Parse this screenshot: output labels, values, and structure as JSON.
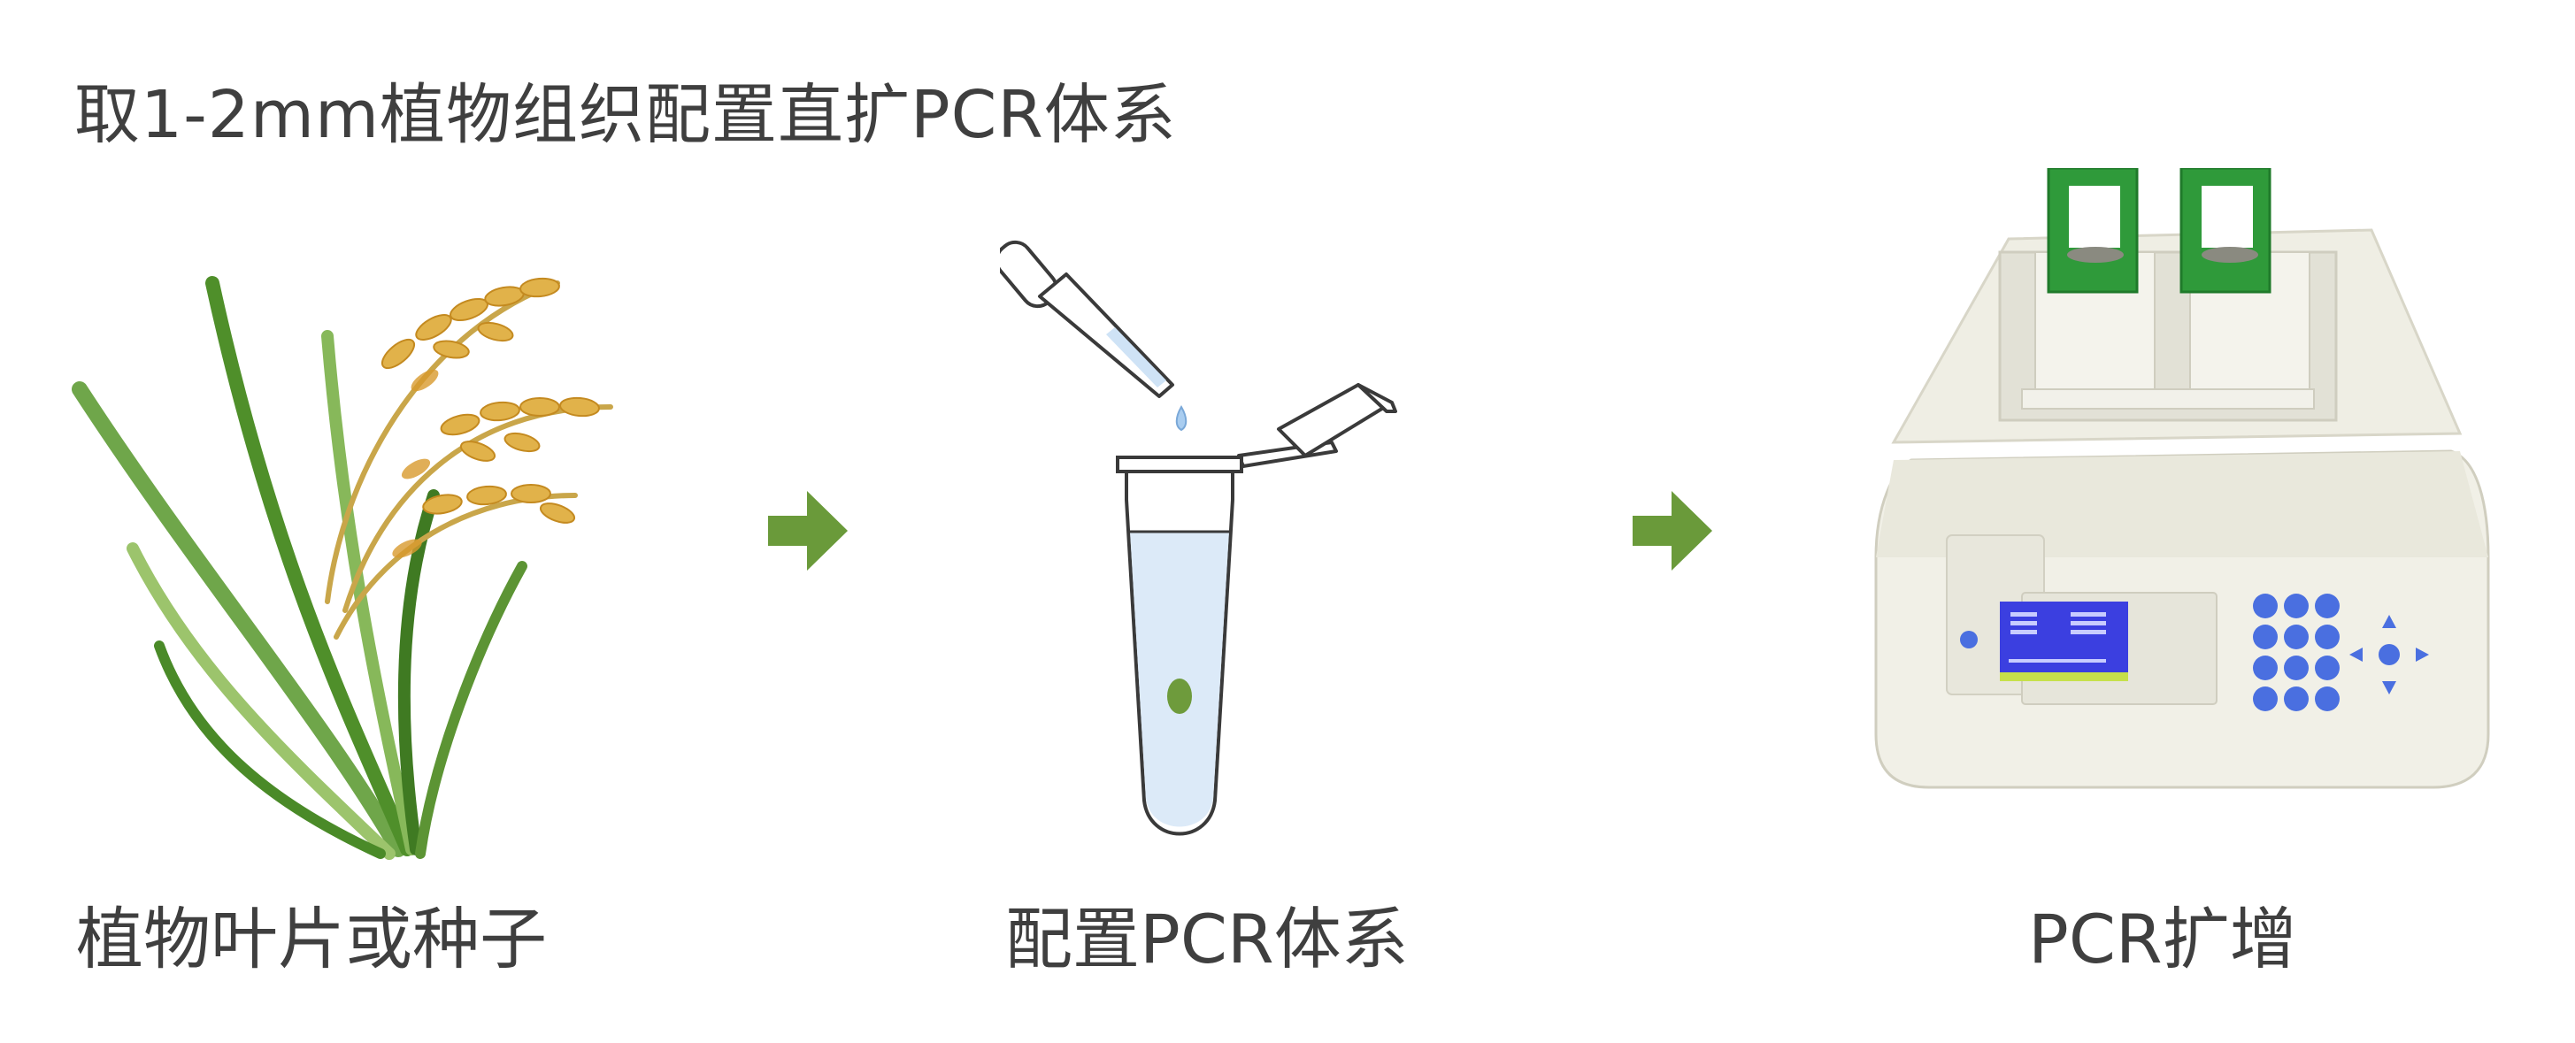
{
  "title": "取1-2mm植物组织配置直扩PCR体系",
  "steps": [
    {
      "caption": "植物叶片或种子"
    },
    {
      "caption": "配置PCR体系"
    },
    {
      "caption": "PCR扩增"
    }
  ],
  "colors": {
    "text": "#3f3f3f",
    "arrow": "#6a9a3a",
    "leaf_green": "#4f8f2a",
    "grain_gold": "#e1b24a",
    "tube_liquid": "#dceaf8",
    "sample_dot": "#6e9b3c",
    "lid_green": "#2f9a3a",
    "machine_body": "#efeee4",
    "lcd_blue": "#3b3fe0",
    "key_blue": "#4a6fe0"
  },
  "icons": [
    "rice-plant-icon",
    "arrow-right-icon",
    "dropper-icon",
    "pcr-tube-icon",
    "pcr-machine-icon"
  ]
}
